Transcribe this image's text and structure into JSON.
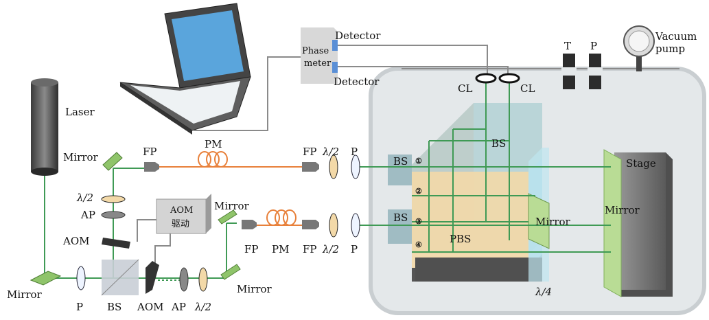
{
  "labels": {
    "laser": "Laser",
    "mirror_top_left": "Mirror",
    "fp_1": "FP",
    "pm_top": "PM",
    "fp_2": "FP",
    "half_wave_top": "λ/2",
    "p_top": "P",
    "half_wave_left": "λ/2",
    "ap_left": "AP",
    "aom_left": "AOM",
    "aom_box_line1": "AOM",
    "aom_box_line2": "驱动",
    "mirror_mid": "Mirror",
    "fp_3": "FP",
    "pm_bottom": "PM",
    "fp_4": "FP",
    "half_wave_bottom": "λ/2",
    "p_bottom": "P",
    "mirror_bottom_left": "Mirror",
    "p_left": "P",
    "bs_bottom": "BS",
    "aom_bottom": "AOM",
    "ap_bottom": "AP",
    "half_wave_bottom2": "λ/2",
    "mirror_bottom_right": "Mirror",
    "phase_meter_line1": "Phase",
    "phase_meter_line2": "meter",
    "detector_top": "Detector",
    "detector_bottom": "Detector",
    "cl_left": "CL",
    "cl_right": "CL",
    "t": "T",
    "p_chamber": "P",
    "vacuum_line1": "Vacuum",
    "vacuum_line2": "pump",
    "bs_upper": "BS",
    "bs_port1": "BS",
    "bs_port3": "BS",
    "port1": "①",
    "port2": "②",
    "port3": "③",
    "port4": "④",
    "pbs": "PBS",
    "mirror_chamber": "Mirror",
    "quarter_wave": "λ/4",
    "stage": "Stage",
    "mirror_stage": "Mirror"
  },
  "colors": {
    "beam_green": "#3f9a55",
    "fiber_orange": "#e8803a",
    "chamber_fill": "#e4e8ea",
    "pbs_fill": "#f3d9a8",
    "optic_green": "#8fc46a",
    "wire_gray": "#8a8a8a"
  }
}
